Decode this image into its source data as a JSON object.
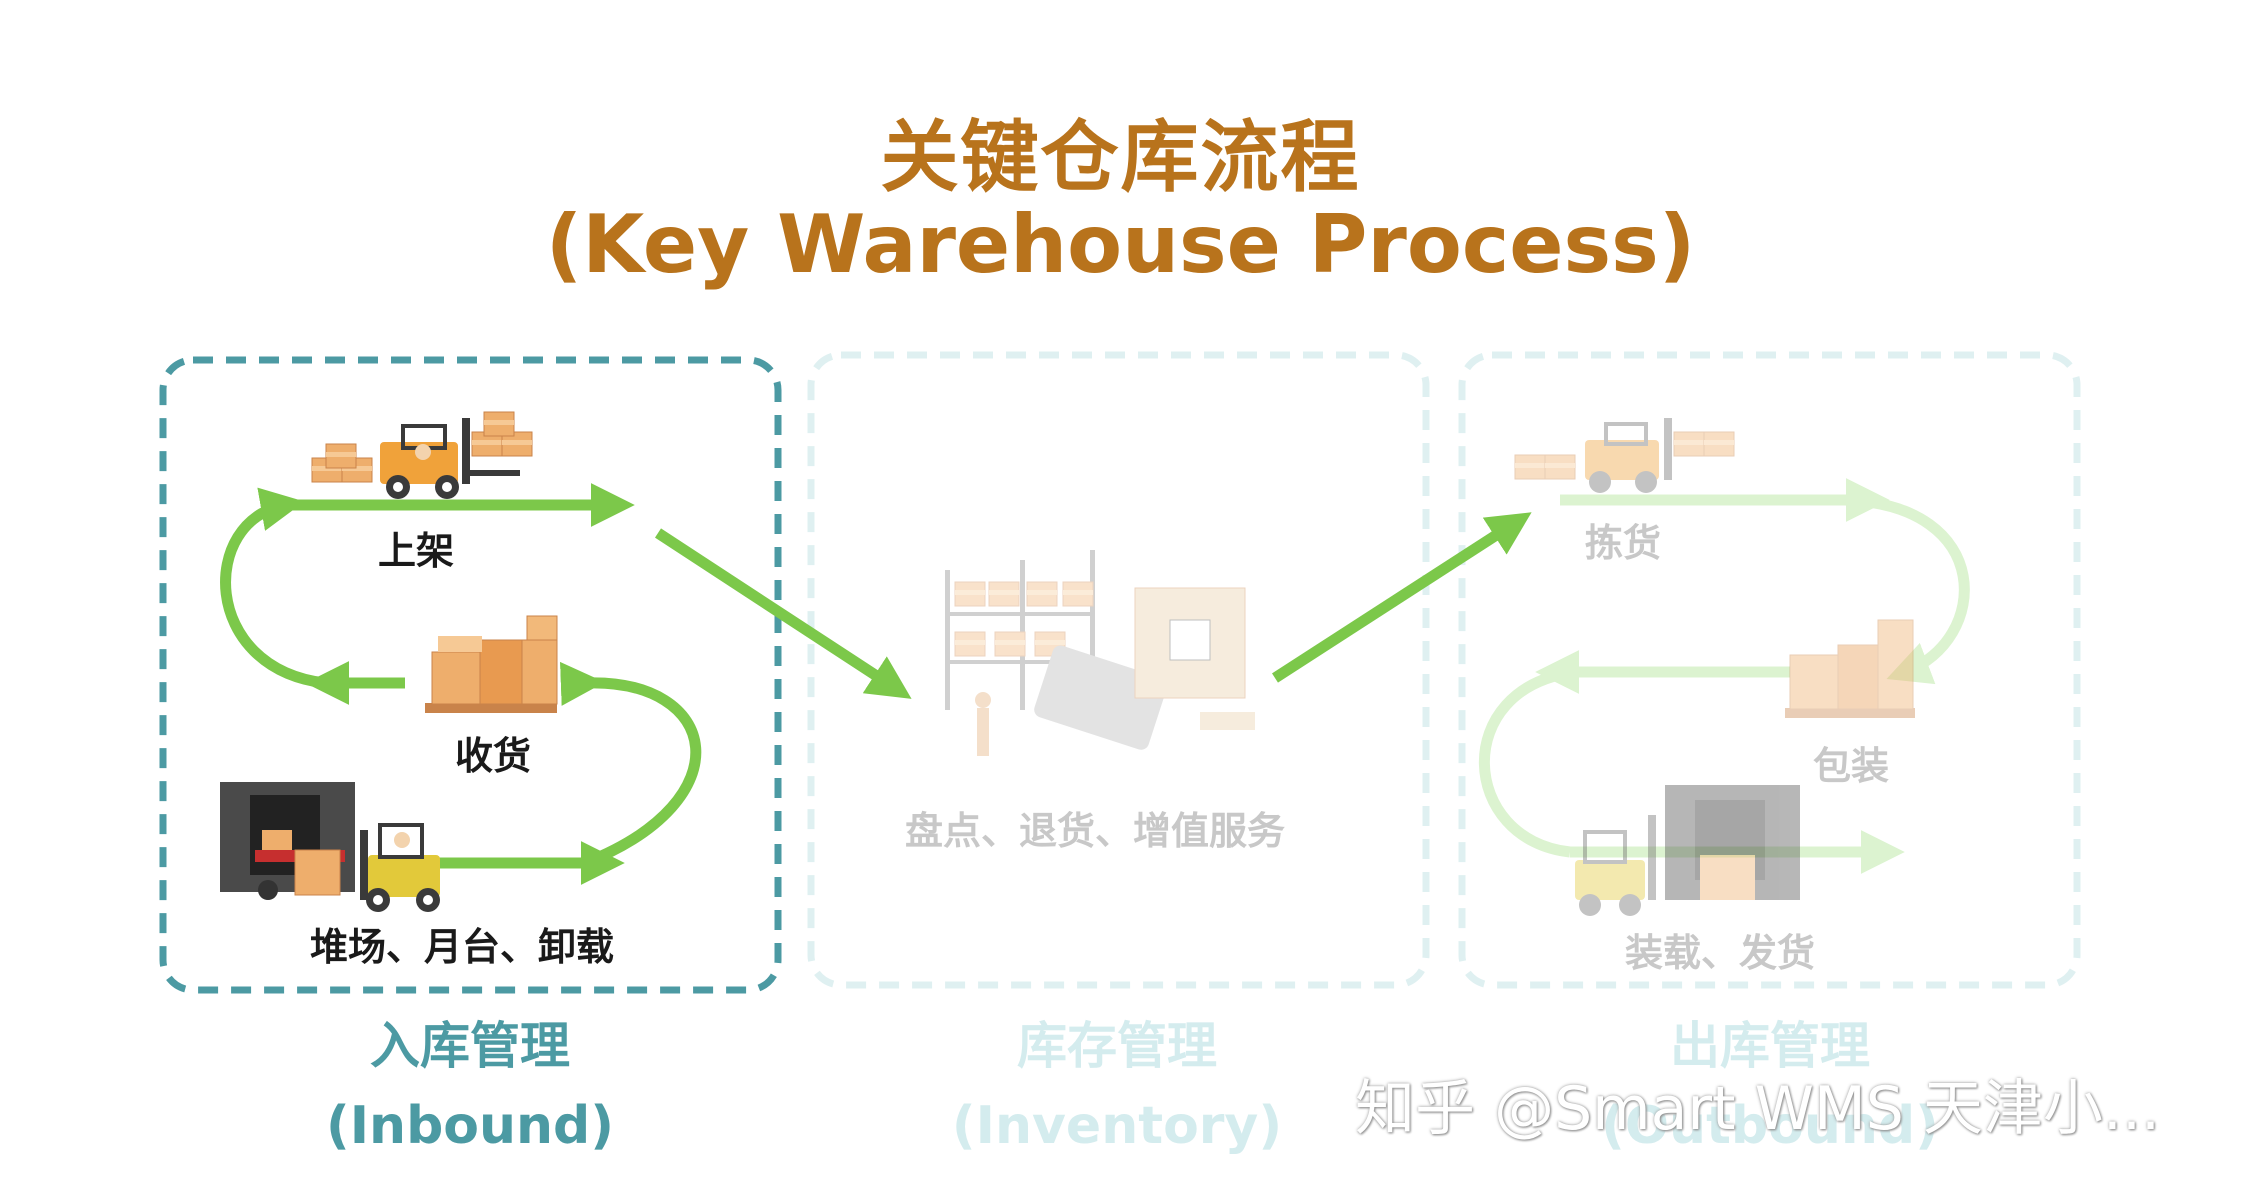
{
  "title_cn": "关键仓库流程",
  "title_en": "(Key Warehouse Process)",
  "sections": [
    {
      "cn": "入库管理",
      "en": "(Inbound)",
      "active": true,
      "steps": [
        "上架",
        "收货",
        "堆场、月台、卸载"
      ]
    },
    {
      "cn": "库存管理",
      "en": "(Inventory)",
      "active": false,
      "steps": [
        "盘点、退货、增值服务"
      ]
    },
    {
      "cn": "出库管理",
      "en": "(Outbound)",
      "active": false,
      "steps": [
        "拣货",
        "包装",
        "装载、发货"
      ]
    }
  ],
  "watermark": "知乎 @Smart WMS 天津小...",
  "colors": {
    "title": "#b8731c",
    "inbound_border": "#4c9aa3",
    "faded_border": "#dff0f1",
    "arrow": "#7cc84a",
    "faded_arrow": "#dcf3d0",
    "box": "#e9a15d"
  }
}
